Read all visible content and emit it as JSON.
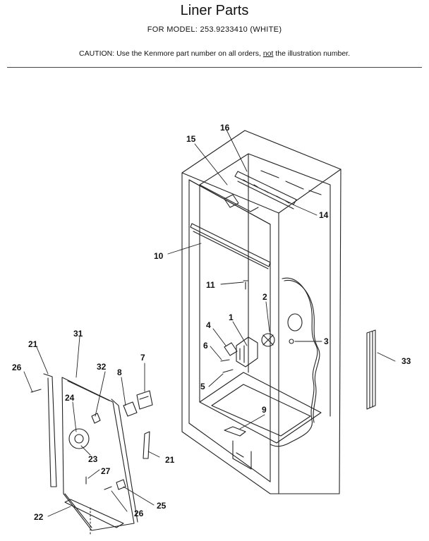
{
  "header": {
    "title": "Liner Parts",
    "model_line": "FOR MODEL:  253.9233410  (WHITE)",
    "caution_prefix": "CAUTION:  Use the Kenmore part number on all orders, ",
    "caution_not": "not",
    "caution_suffix": " the illustration number."
  },
  "callouts": {
    "c1": "1",
    "c2": "2",
    "c3": "3",
    "c4": "4",
    "c5": "5",
    "c6": "6",
    "c7": "7",
    "c8": "8",
    "c9": "9",
    "c10": "10",
    "c11": "11",
    "c14": "14",
    "c15": "15",
    "c16": "16",
    "c21a": "21",
    "c21b": "21",
    "c22": "22",
    "c23": "23",
    "c24": "24",
    "c25": "25",
    "c26a": "26",
    "c26b": "26",
    "c27": "27",
    "c31": "31",
    "c32": "32",
    "c33": "33"
  }
}
